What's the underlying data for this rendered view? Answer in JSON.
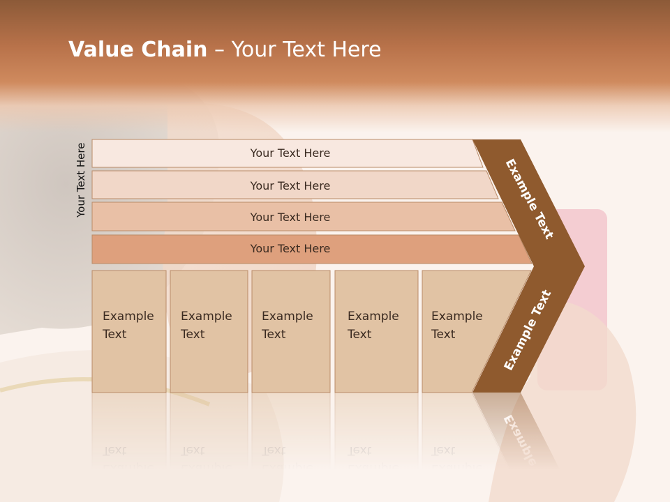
{
  "slide": {
    "title_bold": "Value Chain",
    "title_rest": " – Your Text Here",
    "vertical_label": "Your Text Here"
  },
  "bars": [
    {
      "label": "Your Text Here",
      "color": "#f8e8e0"
    },
    {
      "label": "Your Text Here",
      "color": "#f1d7c8"
    },
    {
      "label": "Your Text Here",
      "color": "#e9c0a6"
    },
    {
      "label": "Your Text Here",
      "color": "#dea07d"
    }
  ],
  "boxes": [
    {
      "line1": "Example",
      "line2": "Text"
    },
    {
      "line1": "Example",
      "line2": "Text"
    },
    {
      "line1": "Example",
      "line2": "Text"
    },
    {
      "line1": "Example",
      "line2": "Text"
    },
    {
      "line1": "Example",
      "line2": "Text"
    }
  ],
  "arrow": {
    "upper_label": "Example Text",
    "lower_label": "Example Text",
    "color": "#8f5a2e"
  },
  "colors": {
    "header": "#b8724a",
    "box_fill": "#e1c3a4",
    "box_border": "#b98b68"
  }
}
